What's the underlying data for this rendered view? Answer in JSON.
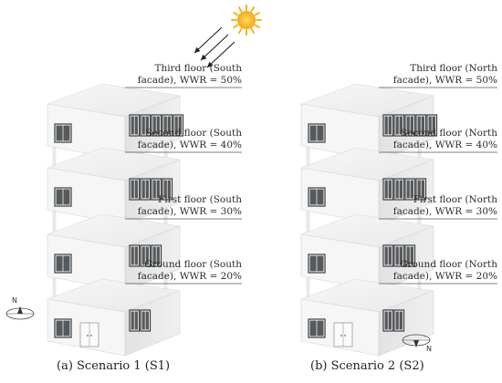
{
  "scenario_1": {
    "caption": "(a) Scenario 1 (S1)",
    "floors": [
      {
        "line1": "Third floor (South",
        "line2": "facade), WWR = 50%"
      },
      {
        "line1": "Second floor (South",
        "line2": "facade), WWR = 40%"
      },
      {
        "line1": "First floor (South",
        "line2": "facade), WWR = 30%"
      },
      {
        "line1": "Ground floor (South",
        "line2": "facade), WWR = 20%"
      }
    ]
  },
  "scenario_2": {
    "caption": "(b) Scenario 2 (S2)",
    "floors": [
      {
        "line1": "Third floor (North",
        "line2": "facade), WWR = 50%"
      },
      {
        "line1": "Second floor (North",
        "line2": "facade), WWR = 40%"
      },
      {
        "line1": "First floor (North",
        "line2": "facade), WWR = 30%"
      },
      {
        "line1": "Ground floor (North",
        "line2": "facade), WWR = 20%"
      }
    ]
  },
  "compass": {
    "north_label": "N"
  },
  "colors": {
    "sun": "#f7b51a",
    "window_frame": "#3a3a3a",
    "building": "#f4f4f4"
  }
}
